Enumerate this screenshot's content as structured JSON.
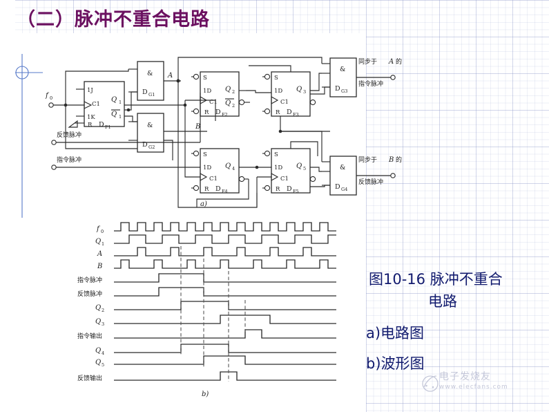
{
  "page": {
    "title": "（二）脉冲不重合电路",
    "title_color": "#6b1060",
    "caption_color": "#111a6e",
    "background": "#ffffff"
  },
  "caption": {
    "line1": "图10-16  脉冲不重合",
    "line2": "电路",
    "line3": "a)电路图",
    "line4": "b)波形图"
  },
  "watermark": {
    "name": "电子发烧友",
    "url": "www.elecfans.com"
  },
  "circuit": {
    "sublabel": "a)",
    "inputs": [
      {
        "label": "f0",
        "display": "f",
        "sub": "0"
      },
      {
        "label": "反馈脉冲"
      },
      {
        "label": "指令脉冲"
      }
    ],
    "nodes": [
      {
        "label": "A"
      },
      {
        "label": "B"
      }
    ],
    "gates": [
      {
        "symbol": "&",
        "name": "D",
        "sub": "G1"
      },
      {
        "symbol": "&",
        "name": "D",
        "sub": "G2"
      },
      {
        "symbol": "&",
        "name": "D",
        "sub": "G3"
      },
      {
        "symbol": "&",
        "name": "D",
        "sub": "G4"
      }
    ],
    "flipflops": [
      {
        "name": "D",
        "sub": "F1",
        "type": "JK",
        "in": [
          "1J",
          "C1",
          "1K",
          "R"
        ],
        "out": [
          "Q1",
          "Q1bar"
        ]
      },
      {
        "name": "D",
        "sub": "F2",
        "type": "D",
        "in": [
          "S",
          "1D",
          "C1",
          "R"
        ],
        "out": [
          "Q2",
          "Q2bar"
        ]
      },
      {
        "name": "D",
        "sub": "F3",
        "type": "D",
        "in": [
          "S",
          "1D",
          "C1",
          "R"
        ],
        "out": [
          "Q3"
        ]
      },
      {
        "name": "D",
        "sub": "F4",
        "type": "D",
        "in": [
          "S",
          "1D",
          "C1",
          "R"
        ],
        "out": [
          "Q4"
        ]
      },
      {
        "name": "D",
        "sub": "F5",
        "type": "D",
        "in": [
          "S",
          "1D",
          "C1",
          "R"
        ],
        "out": [
          "Q5"
        ]
      }
    ],
    "outputs": [
      {
        "line1": "同步于A的",
        "line2": "指令脉冲"
      },
      {
        "line1": "同步于B的",
        "line2": "反馈脉冲"
      }
    ]
  },
  "waveform": {
    "sublabel": "b)",
    "rows": [
      "f0",
      "Q1",
      "A",
      "B",
      "指令脉冲",
      "反馈脉冲",
      "Q2",
      "Q3",
      "指令输出",
      "Q4",
      "Q5",
      "反馈输出"
    ]
  },
  "chart_data": {
    "type": "line",
    "title": "b) 波形图 — 脉冲不重合电路时序",
    "xlabel": "",
    "ylabel": "",
    "x_start": 0,
    "x_end": 32,
    "unit": "half-clock",
    "grid": false,
    "legend": "none",
    "dashed_markers": [
      11,
      13,
      16,
      20
    ],
    "series": [
      {
        "name": "f0",
        "label": "f₀",
        "transitions": [
          1,
          2,
          3,
          4,
          5,
          6,
          7,
          8,
          9,
          10,
          11,
          12,
          13,
          14,
          15,
          16,
          17,
          18,
          19,
          20,
          21,
          22,
          23,
          24,
          25,
          26,
          27,
          28,
          29,
          30
        ]
      },
      {
        "name": "Q1",
        "label": "Q₁",
        "transitions": [
          2,
          4,
          6,
          8,
          11,
          13,
          15,
          17,
          19,
          21,
          23,
          25,
          27,
          29
        ]
      },
      {
        "name": "A",
        "label": "A",
        "transitions": [
          3,
          4,
          7,
          8,
          12,
          13,
          16,
          17,
          21,
          22,
          25,
          26,
          29,
          30
        ]
      },
      {
        "name": "B",
        "label": "B",
        "transitions": [
          1,
          2,
          5,
          6,
          9,
          10,
          14,
          15,
          18,
          19,
          23,
          24,
          27,
          28
        ]
      },
      {
        "name": "Mingling",
        "label": "指令脉冲",
        "transitions": [
          7,
          13
        ]
      },
      {
        "name": "Fankui",
        "label": "反馈脉冲",
        "transitions": [
          7,
          13
        ]
      },
      {
        "name": "Q2",
        "label": "Q₂",
        "transitions": [
          11,
          16
        ]
      },
      {
        "name": "Q3",
        "label": "Q₃",
        "transitions": [
          16,
          20
        ]
      },
      {
        "name": "CmdOut",
        "label": "指令输出",
        "transitions": [
          17,
          19
        ]
      },
      {
        "name": "Q4",
        "label": "Q₄",
        "transitions": [
          11,
          16
        ]
      },
      {
        "name": "Q5",
        "label": "Q₅",
        "transitions": [
          13,
          17
        ]
      },
      {
        "name": "FbOut",
        "label": "反馈输出",
        "transitions": [
          16,
          17
        ]
      }
    ]
  }
}
